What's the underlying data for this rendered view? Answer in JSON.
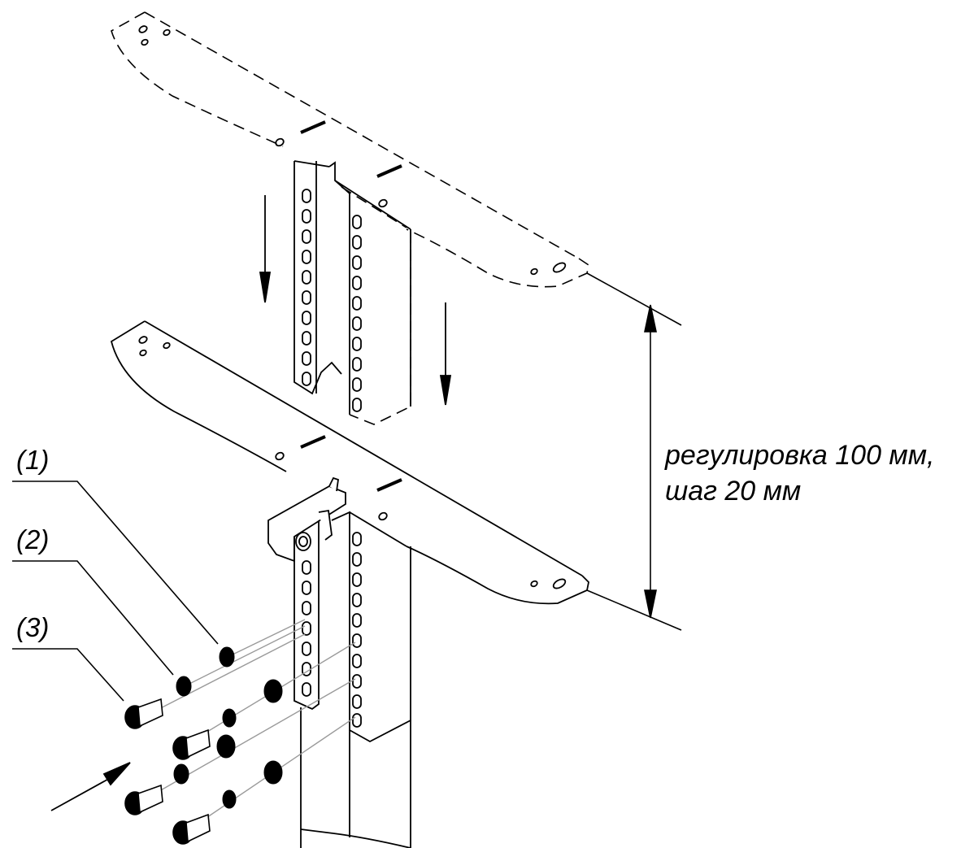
{
  "callouts": [
    {
      "label": "(1)",
      "part": "washer-small-icon"
    },
    {
      "label": "(2)",
      "part": "washer-large-icon"
    },
    {
      "label": "(3)",
      "part": "bolt-icon"
    }
  ],
  "adjustment_note": {
    "line1": "регулировка 100 мм,",
    "line2": "шаг 20 мм"
  },
  "colors": {
    "line": "#000000",
    "leader": "#9a9a9a",
    "background": "#ffffff"
  }
}
